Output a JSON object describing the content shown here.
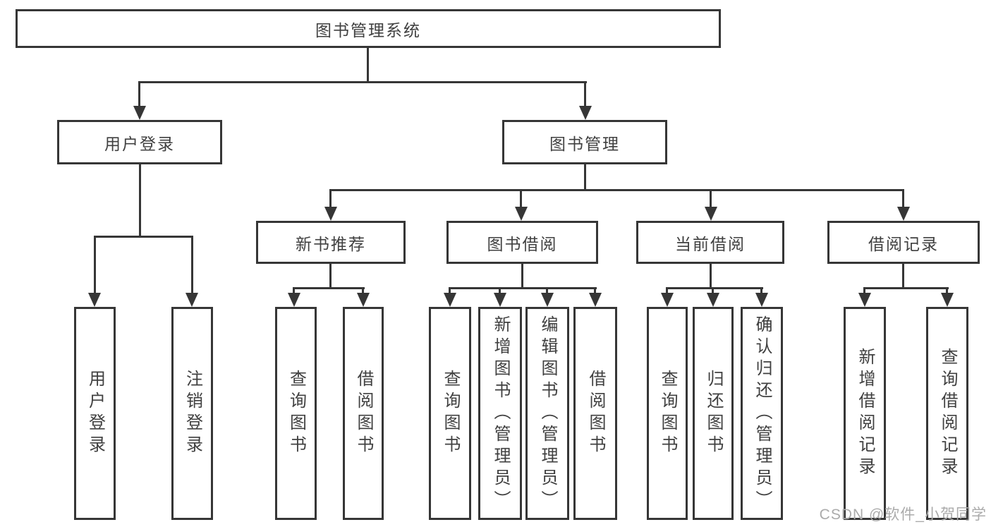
{
  "tree": {
    "label": "图书管理系统",
    "children": [
      {
        "label": "用户登录",
        "children": [
          {
            "label": "用户登录"
          },
          {
            "label": "注销登录"
          }
        ]
      },
      {
        "label": "图书管理",
        "children": [
          {
            "label": "新书推荐",
            "children": [
              {
                "label": "查询图书"
              },
              {
                "label": "借阅图书"
              }
            ]
          },
          {
            "label": "图书借阅",
            "children": [
              {
                "label": "查询图书"
              },
              {
                "label": "新增图书（管理员）"
              },
              {
                "label": "编辑图书（管理员）"
              },
              {
                "label": "借阅图书"
              }
            ]
          },
          {
            "label": "当前借阅",
            "children": [
              {
                "label": "查询图书"
              },
              {
                "label": "归还图书"
              },
              {
                "label": "确认归还（管理员）"
              }
            ]
          },
          {
            "label": "借阅记录",
            "children": [
              {
                "label": "新增借阅记录"
              },
              {
                "label": "查询借阅记录"
              }
            ]
          }
        ]
      }
    ]
  },
  "watermark": {
    "text": "CSDN @软件_小贺同学"
  },
  "colors": {
    "line": "#363636",
    "text": "#404040",
    "watermark": "#ababab",
    "background": "#ffffff"
  }
}
